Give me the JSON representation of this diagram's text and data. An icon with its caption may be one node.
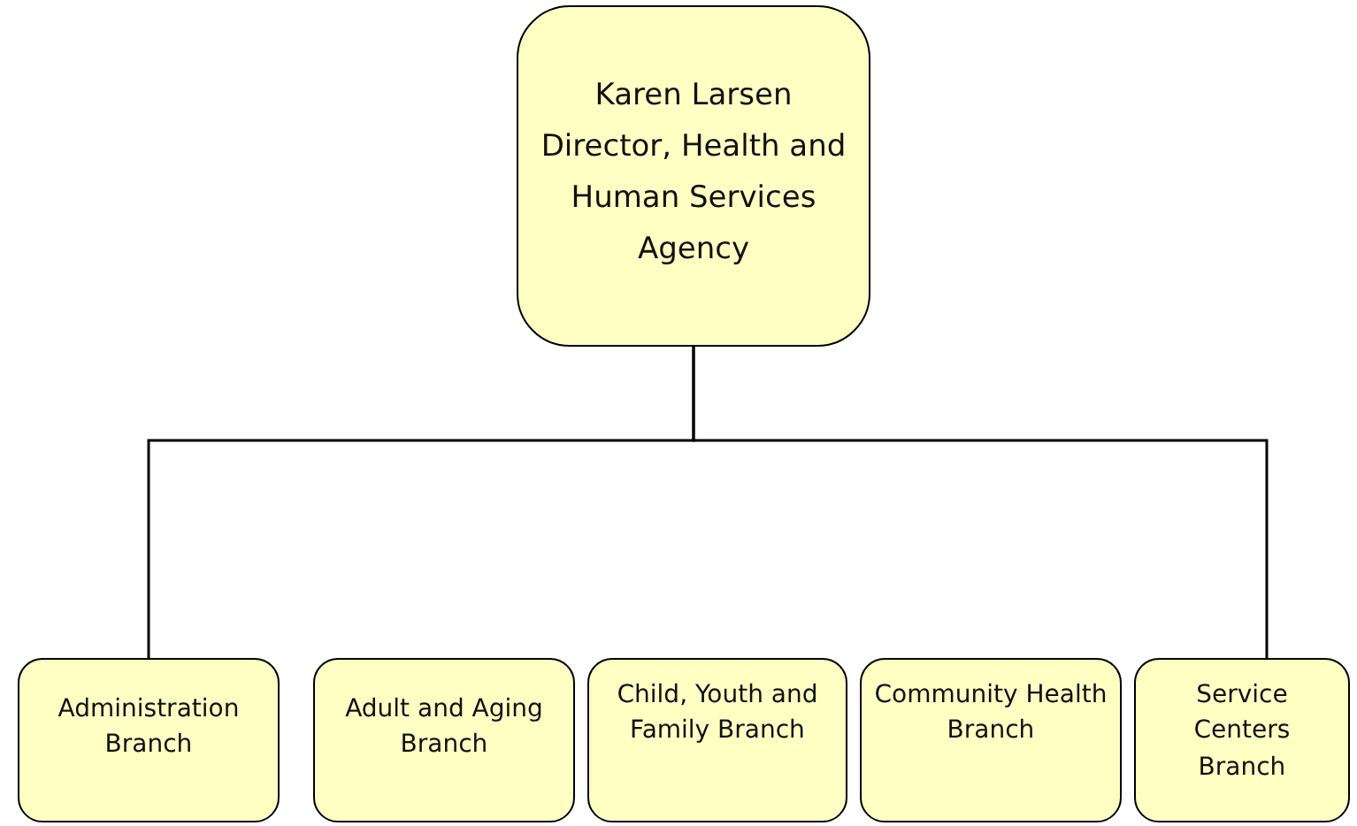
{
  "diagram": {
    "nodes": [
      {
        "text": [
          "Karen Larsen Director, Health and Human Services Agency"
        ]
      },
      {
        "text": [
          "Administration Branch"
        ]
      },
      {
        "text": [
          "Adult and Aging Branch"
        ]
      },
      {
        "text": [
          "Child, Youth and Family Branch"
        ]
      },
      {
        "text": [
          "Community Health Branch"
        ]
      },
      {
        "text": [
          "Service Centers Branch"
        ]
      }
    ],
    "edges": [
      {
        "from": 0,
        "to": 1,
        "arrow": "none"
      },
      {
        "from": 0,
        "to": 5,
        "arrow": "none"
      }
    ]
  }
}
